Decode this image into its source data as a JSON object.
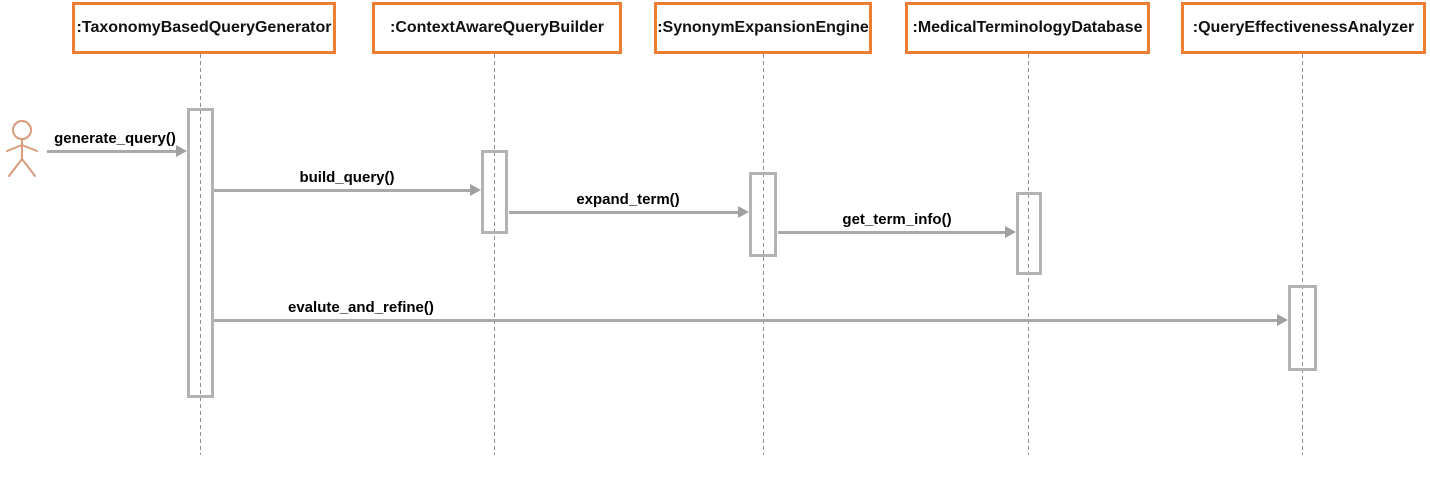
{
  "diagram_type": "uml-sequence-diagram",
  "colors": {
    "participant_border": "#ED7D31",
    "message_line": "#A9A9A9",
    "activation_border": "#B3B3B3",
    "lifeline": "#8C8C8C",
    "text": "#000000",
    "actor_stroke": "#D69C7B",
    "background": "#FFFFFF"
  },
  "actor": {
    "name": "user-actor",
    "icon": "stick-figure"
  },
  "participants": [
    {
      "label": ":TaxonomyBasedQueryGenerator"
    },
    {
      "label": ":ContextAwareQueryBuilder"
    },
    {
      "label": ":SynonymExpansionEngine"
    },
    {
      "label": ":MedicalTerminologyDatabase"
    },
    {
      "label": ":QueryEffectivenessAnalyzer"
    }
  ],
  "messages": [
    {
      "label": "generate_query()",
      "from": "actor",
      "to": ":TaxonomyBasedQueryGenerator"
    },
    {
      "label": "build_query()",
      "from": ":TaxonomyBasedQueryGenerator",
      "to": ":ContextAwareQueryBuilder"
    },
    {
      "label": "expand_term()",
      "from": ":ContextAwareQueryBuilder",
      "to": ":SynonymExpansionEngine"
    },
    {
      "label": "get_term_info()",
      "from": ":SynonymExpansionEngine",
      "to": ":MedicalTerminologyDatabase"
    },
    {
      "label": "evalute_and_refine()",
      "from": ":TaxonomyBasedQueryGenerator",
      "to": ":QueryEffectivenessAnalyzer"
    }
  ]
}
